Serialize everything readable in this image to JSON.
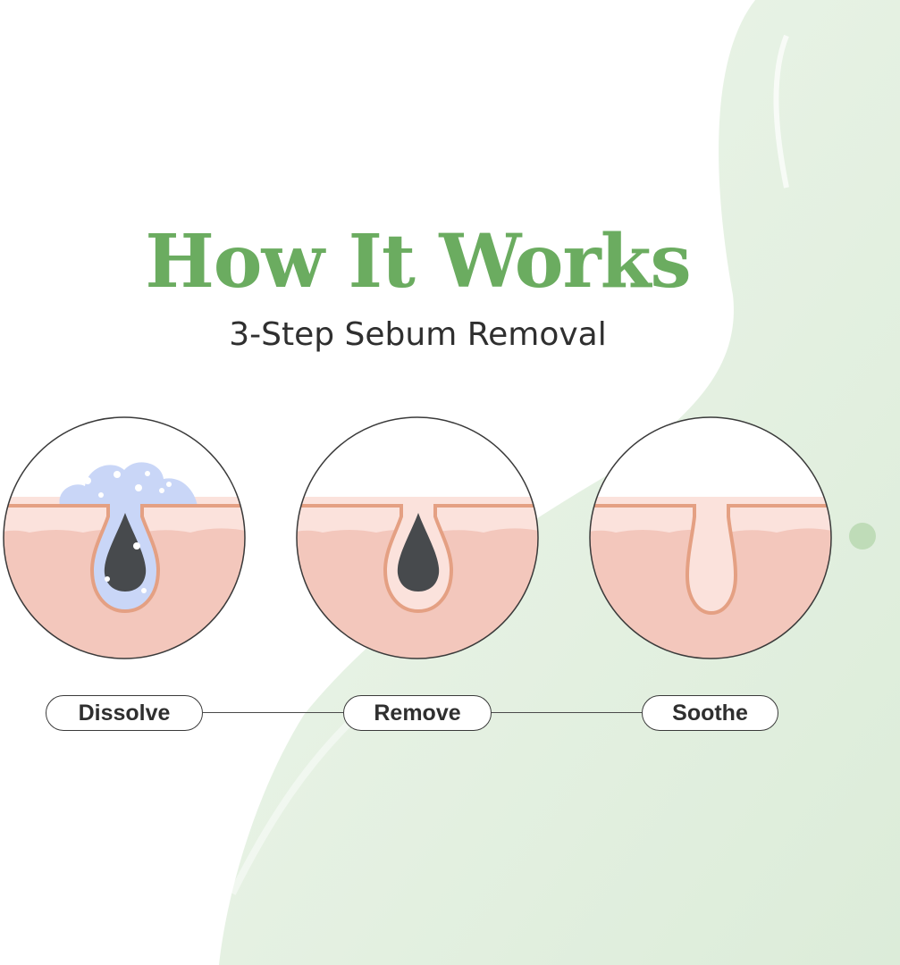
{
  "header": {
    "title": "How It Works",
    "subtitle": "3-Step Sebum Removal"
  },
  "steps": [
    {
      "label": "Dissolve"
    },
    {
      "label": "Remove"
    },
    {
      "label": "Soothe"
    }
  ],
  "colors": {
    "title_green": "#6bac60",
    "subtitle_text": "#2f2f2f",
    "skin_dermis": "#f3c7bc",
    "skin_epidermis": "#fbe2dc",
    "follicle_outline": "#e4a083",
    "sebum": "#474a4d",
    "foam": "#c9d6f7",
    "background_gel": "#dfeedd"
  }
}
